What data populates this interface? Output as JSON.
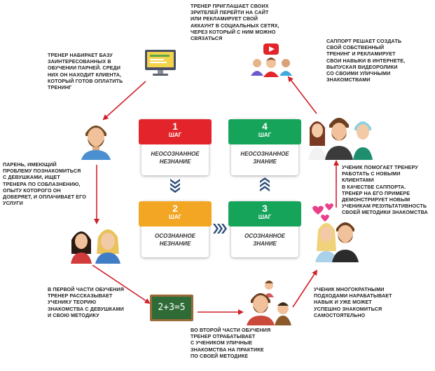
{
  "colors": {
    "arrow": "#d0202a",
    "step1": "#e3252b",
    "step2": "#f2a623",
    "step3": "#16a45a",
    "step4": "#16a45a",
    "chevron": "#2f4f7a"
  },
  "texts": {
    "top": "Тренер приглашает своих\nзрителей перейти на сайт\nили рекламирует свой\nаккаунт в социальных сетях,\nчерез который с ним можно\nсвязаться",
    "top_left": "Тренер набирает базу\nзаинтересованных в\nобучении парней. Среди\nних он находит клиента,\nкоторый готов оплатить\nтренинг",
    "top_right": "Саппорт решает создать\nсвой собственный\nтренинг и рекламирует\nсвои навыки в интернете,\nвыпуская видеоролики\nсо своими уличными\nзнакомствами",
    "left": "Парень, имеющий\nпроблему познакомиться\nс девушками, ищет\nтренера по соблазнению,\nопыту которого он\nдоверяет, и оплачивает его\nуслуги",
    "right": "Ученик помогает тренеру\nработать с новыми клиентами\nв качестве саппорта.\nТренер на его примере\nдемонстрирует новым\nученикам результативность\nсвоей методики знакомства",
    "bottom_left": "В первой части обучения\nтренер рассказывает\nученику теорию\nзнакомства с девушками\nи свою методику",
    "bottom_right": "Ученик многократными\nподходами нарабатывает\nнавык и уже может\nуспешно знакомиться\nсамостоятельно",
    "bottom": "Во второй части обучения\nтренер отрабатывает\nс учеником уличные\nзнакомства на практике\nпо своей методике"
  },
  "steps": [
    {
      "num": "1",
      "word": "шаг",
      "label": "Неосознанное\nнезнание"
    },
    {
      "num": "2",
      "word": "шаг",
      "label": "Осознанное\nнезнание"
    },
    {
      "num": "3",
      "word": "шаг",
      "label": "Осознанное\nзнание"
    },
    {
      "num": "4",
      "word": "шаг",
      "label": "Неосознанное\nзнание"
    }
  ],
  "chalkboard": "2+3=5"
}
